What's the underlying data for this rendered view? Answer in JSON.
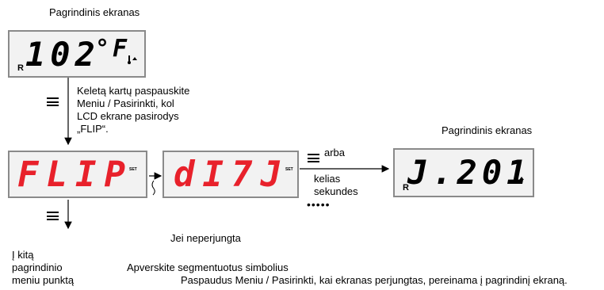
{
  "main_screen_label_top": "Pagrindinis ekranas",
  "main_screen_label_right": "Pagrindinis ekranas",
  "lcd_top": {
    "digits": "102",
    "unit": "°F",
    "indicator": "R"
  },
  "instruction": [
    "Keletą kartų paspauskite",
    "Meniu / Pasirinkti, kol",
    "LCD ekrane pasirodys",
    "„FLIP“."
  ],
  "lcd_flip": {
    "text": "FLIP",
    "set": "SET"
  },
  "lcd_dir": {
    "text": "dI7J",
    "set": "SET"
  },
  "lcd_flipped": {
    "text": "J.201",
    "indicator": "R"
  },
  "arba": "arba",
  "wait_text": [
    "kelias",
    "sekundes"
  ],
  "dots": "•••••",
  "next_item": [
    "Į kitą",
    "pagrindinio",
    "meniu punktą"
  ],
  "not_switched": "Jei neperjungta",
  "flip_caption": "Apverskite segmentuotus simbolius",
  "return_caption": "Paspaudus Meniu / Pasirinkti, kai ekranas perjungtas, pereinama į pagrindinį ekraną.",
  "colors": {
    "red": "#e8212b",
    "border": "#8a8a8a",
    "lcd_bg": "#f2f2f2"
  },
  "icons": [
    "menu-icon",
    "thermometer-icon",
    "arrow-icon"
  ]
}
